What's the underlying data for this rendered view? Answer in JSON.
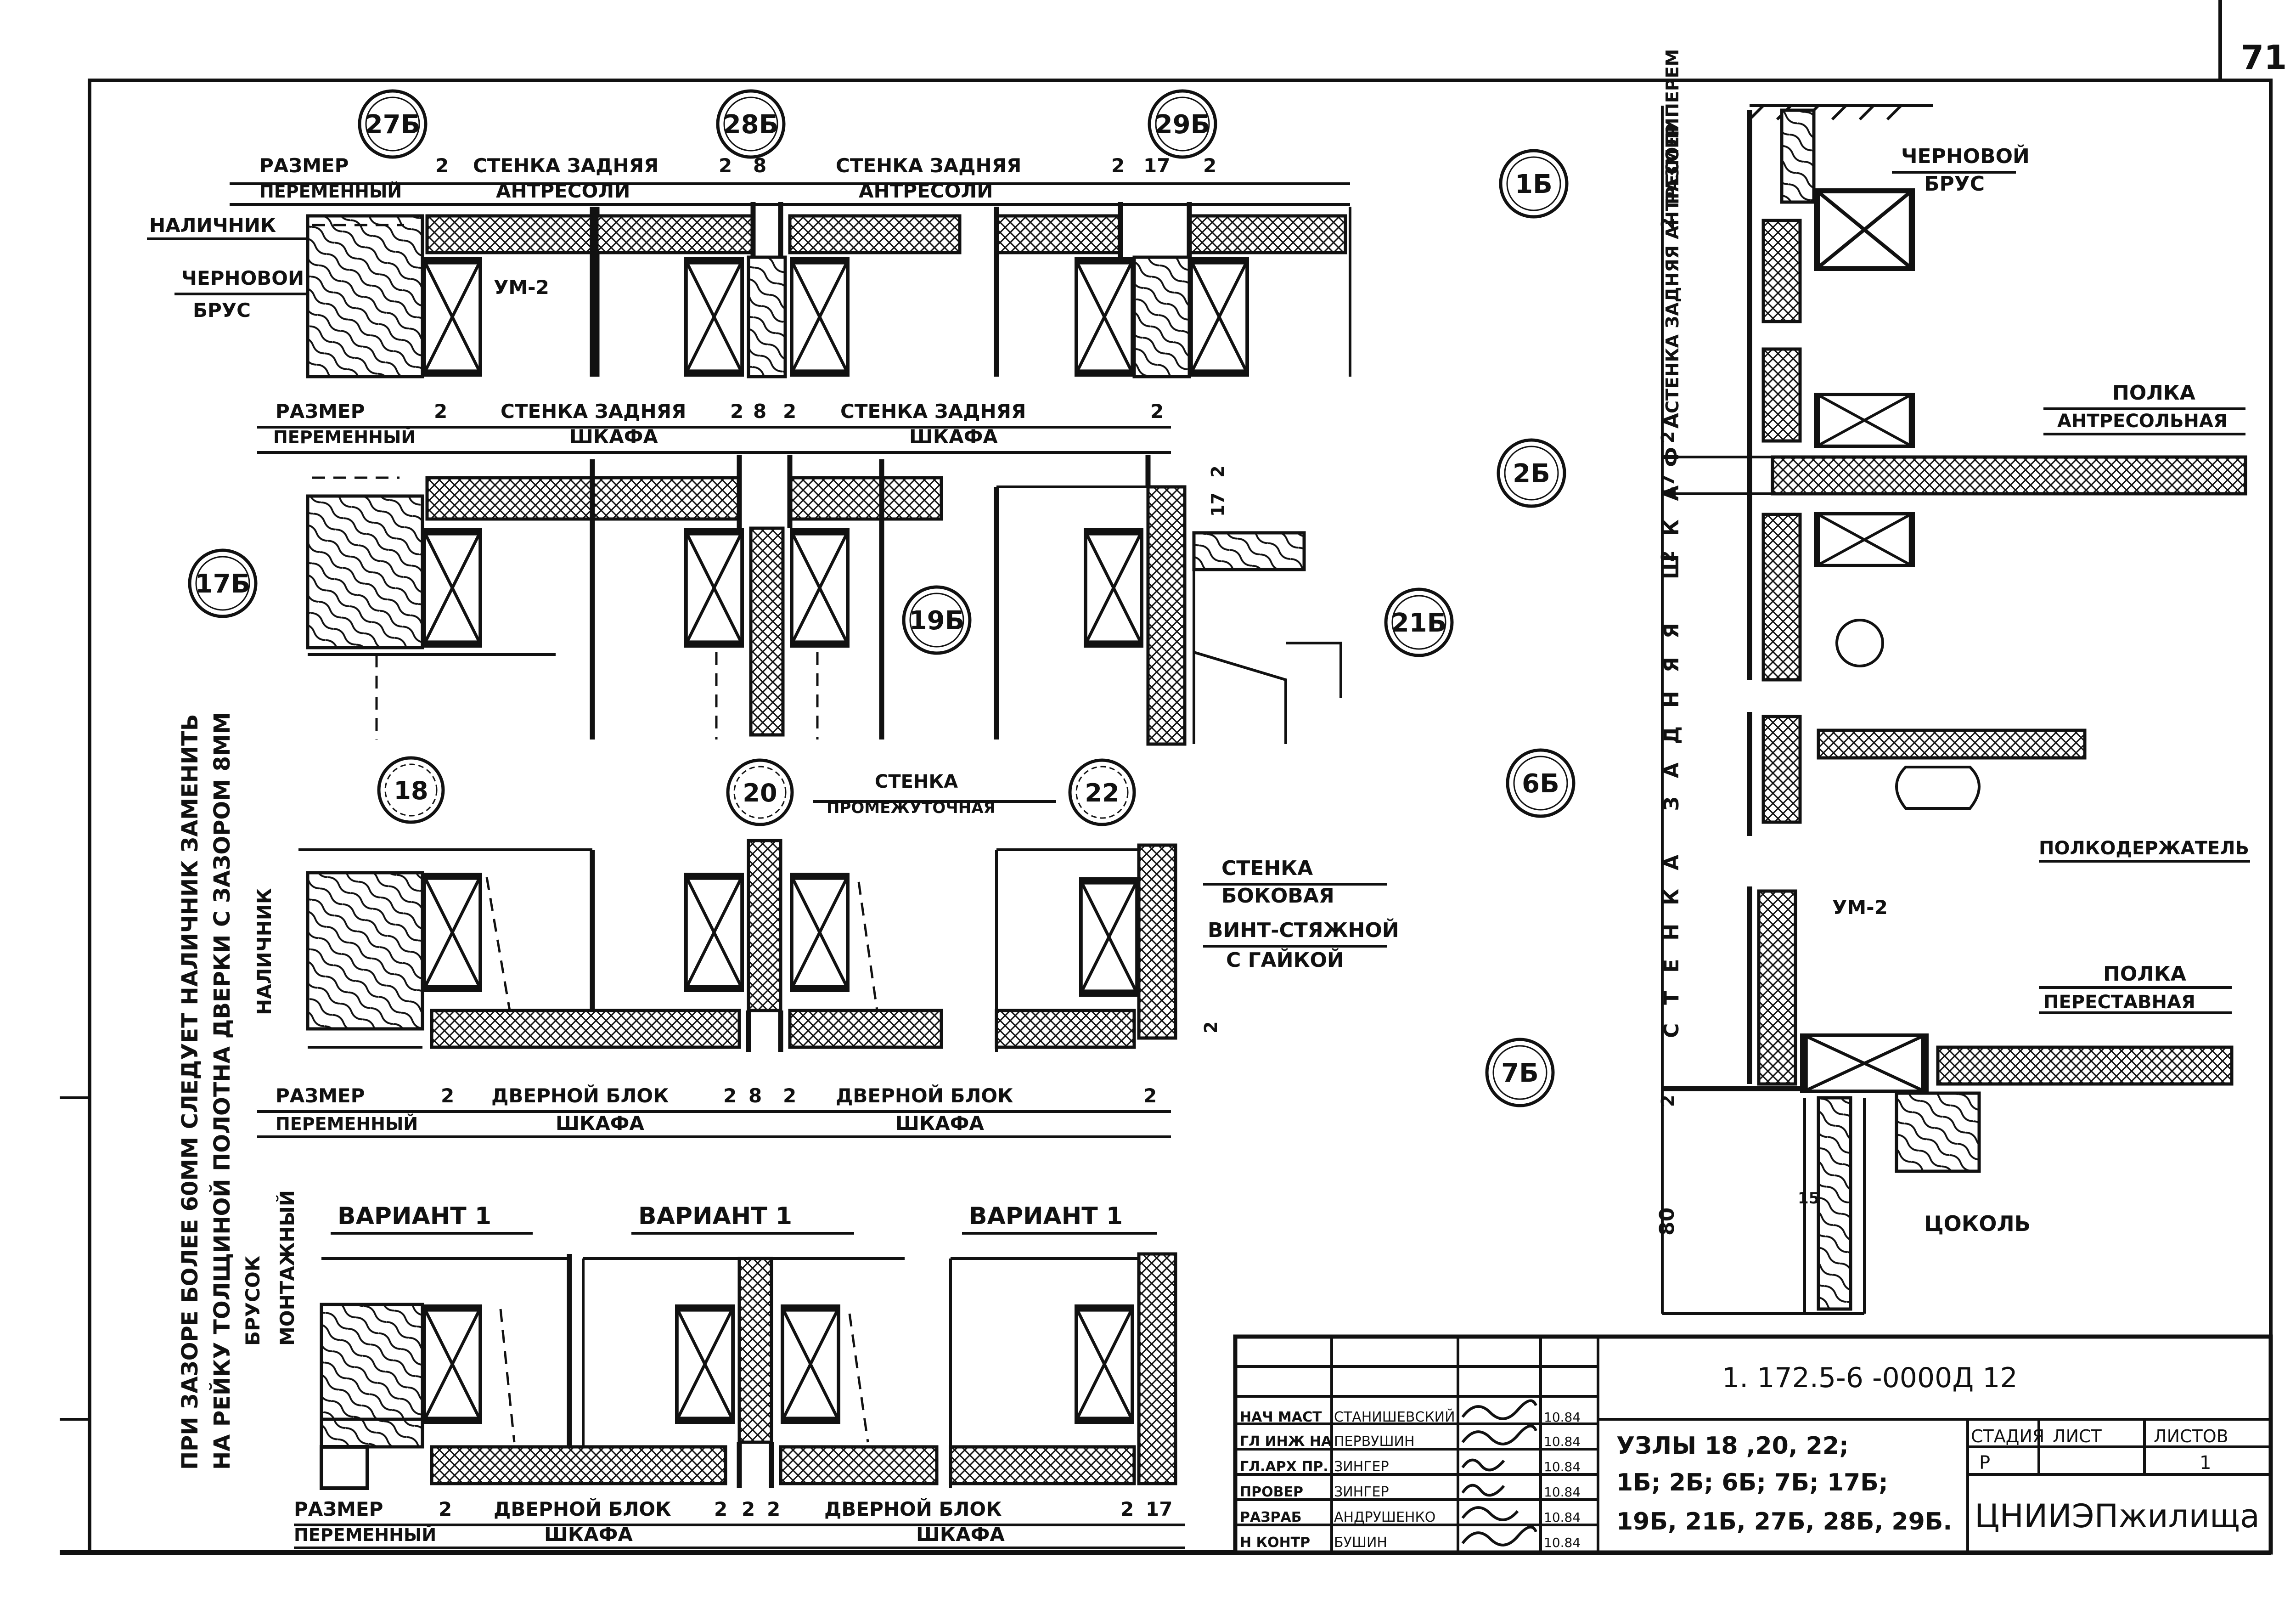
{
  "sheet": {
    "page_number": "71"
  },
  "callouts": {
    "n27b": "27Б",
    "n28b": "28Б",
    "n29b": "29Б",
    "n17b": "17Б",
    "n19b": "19Б",
    "n21b": "21Б",
    "n18": "18",
    "n20": "20",
    "n22": "22",
    "n1b": "1Б",
    "n2b": "2Б",
    "n6b": "6Б",
    "n7b": "7Б"
  },
  "labels": {
    "razmer": "РАЗМЕР",
    "peremennyi": "ПЕРЕМЕННЫЙ",
    "stenka_zadnyaya": "СТЕНКА ЗАДНЯЯ",
    "stenka_zadnyaya_short": "СТЕНКА ЗАДНЯЯ",
    "antresoli": "АНТРЕСОЛИ",
    "shkafa": "ШКАФА",
    "nalichnik": "НАЛИЧНИК",
    "chernovoi": "ЧЕРНОВОИ",
    "brus": "БРУС",
    "um2": "УМ-2",
    "stenka": "СТЕНКА",
    "promezhutochnaya": "ПРОМЕЖУТОЧНАЯ",
    "stenka_bokovaya_1": "СТЕНКА",
    "stenka_bokovaya_2": "БОКОВАЯ",
    "vint_1": "ВИНТ-СТЯЖНОЙ",
    "vint_2": "С ГАЙКОЙ",
    "dvernoi_blok": "ДВЕРНОЙ БЛОК",
    "variant": "ВАРИАНТ 1",
    "brusok_1": "БРУСОК",
    "brusok_2": "МОНТАЖНЫЙ",
    "note_line_1": "ПРИ ЗАЗОРЕ БОЛЕЕ 60ММ СЛЕДУЕТ НАЛИЧНИК ЗАМЕНИТЬ",
    "note_line_2": "НА РЕЙКУ ТОЛЩИНОЙ ПОЛОТНА ДВЕРКИ С ЗАЗОРОМ 8ММ",
    "razmer_perem": "РАЗМЕР ПЕРЕМ",
    "stenka_zadnyaya_antresoli_v": "СТЕНКА ЗАДНЯЯ АНТРЕСОЛИ",
    "stenka_zadnyaya_shkafa_v": "СТЕНКА ЗАДНЯЯ ШКАФА",
    "chernovoi_r": "ЧЕРНОВОЙ",
    "brus_r": "БРУС",
    "polka_1": "ПОЛКА",
    "polka_antresolnaya": "АНТРЕСОЛЬНАЯ",
    "polkoderzhatel": "ПОЛКОДЕРЖАТЕЛЬ",
    "polka_2": "ПОЛКА",
    "polka_perestavnaya": "ПЕРЕСТАВНАЯ",
    "tsokol": "ЦОКОЛЬ",
    "um2_r": "УМ-2"
  },
  "dims": {
    "d2": "2",
    "d8": "8",
    "d17": "17",
    "d15": "15",
    "d80": "80",
    "d2v": "2",
    "d17v": "17"
  },
  "title_block": {
    "doc_code": "1. 172.5-6 -0000Д 12",
    "roles": [
      "НАЧ МАСТ",
      "ГЛ ИНЖ НА",
      "ГЛ.АРХ ПР.",
      "ПРОВЕР",
      "РАЗРАБ",
      "Н КОНТР"
    ],
    "names": [
      "СТАНИШЕВСКИЙ",
      "ПЕРВУШИН",
      "ЗИНГЕР",
      "ЗИНГЕР",
      "АНДРУШЕНКО",
      "БУШИН"
    ],
    "dates": [
      "10.84",
      "10.84",
      "10.84",
      "10.84",
      "10.84",
      "10.84"
    ],
    "subject_line_1": "УЗЛЫ  18 ,20, 22;",
    "subject_line_2": "1Б; 2Б; 6Б; 7Б; 17Б;",
    "subject_line_3": "19Б, 21Б, 27Б, 28Б, 29Б.",
    "stage_label": "СТАДИЯ",
    "sheet_label": "ЛИСТ",
    "sheets_label": "ЛИСТОВ",
    "stage": "Р",
    "sheet": "",
    "sheets": "1",
    "org": "ЦНИИЭПжилища"
  }
}
